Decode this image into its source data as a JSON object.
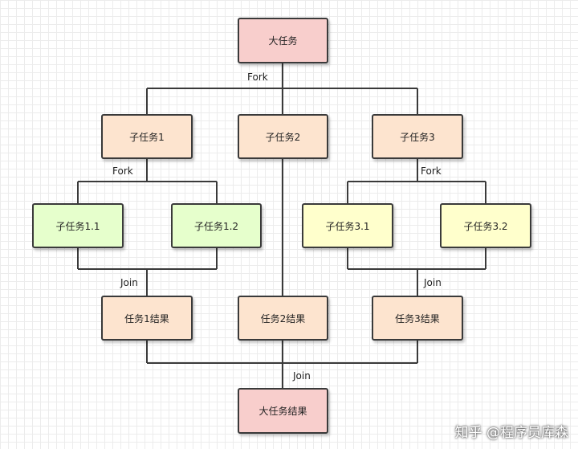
{
  "nodes": {
    "root": {
      "label": "大任务",
      "color": "#f8cecc"
    },
    "sub1": {
      "label": "子任务1",
      "color": "#fde4cf"
    },
    "sub2": {
      "label": "子任务2",
      "color": "#fde4cf"
    },
    "sub3": {
      "label": "子任务3",
      "color": "#fde4cf"
    },
    "sub11": {
      "label": "子任务1.1",
      "color": "#e6ffcc"
    },
    "sub12": {
      "label": "子任务1.2",
      "color": "#e6ffcc"
    },
    "sub31": {
      "label": "子任务3.1",
      "color": "#ffffcc"
    },
    "sub32": {
      "label": "子任务3.2",
      "color": "#ffffcc"
    },
    "res1": {
      "label": "任务1结果",
      "color": "#fde4cf"
    },
    "res2": {
      "label": "任务2结果",
      "color": "#fde4cf"
    },
    "res3": {
      "label": "任务3结果",
      "color": "#fde4cf"
    },
    "final": {
      "label": "大任务结果",
      "color": "#f8cecc"
    }
  },
  "edge_labels": {
    "fork_root": "Fork",
    "fork_sub1": "Fork",
    "fork_sub3": "Fork",
    "join_sub1": "Join",
    "join_sub3": "Join",
    "join_final": "Join"
  },
  "watermark": "知乎 @程序员库森"
}
